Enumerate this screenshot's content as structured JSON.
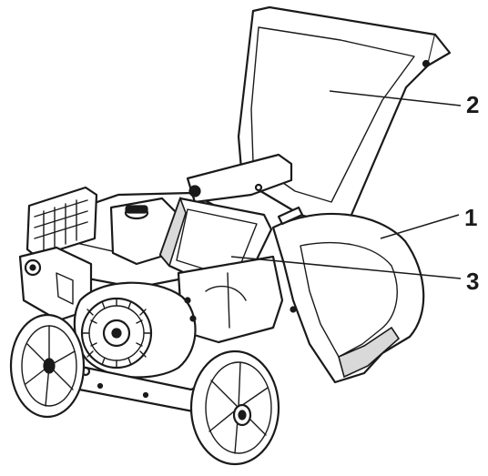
{
  "callouts": [
    {
      "number": "1"
    },
    {
      "number": "2"
    },
    {
      "number": "3"
    }
  ],
  "colors": {
    "ink": "#1a1a1a",
    "background": "#ffffff"
  }
}
